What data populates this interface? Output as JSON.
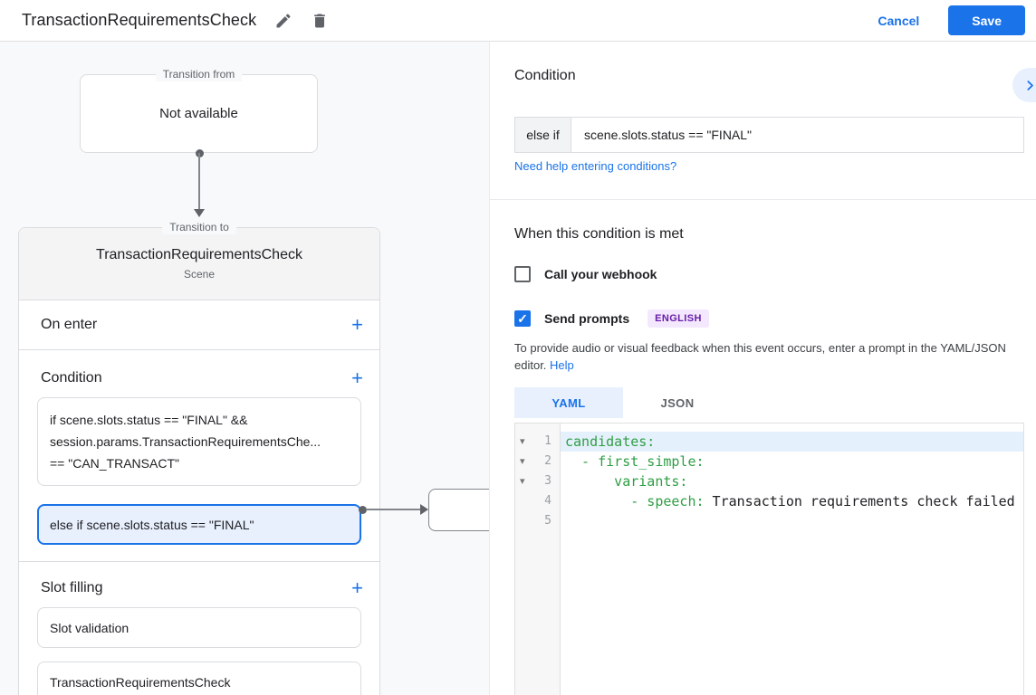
{
  "colors": {
    "accent_blue": "#1a73e8",
    "selected_condition_bg": "#e8f0fe",
    "code_key_green": "#2f9e44",
    "badge_bg": "#f3e8fd",
    "badge_text": "#681da8",
    "canvas_bg": "#f8f9fa"
  },
  "icons": {
    "plus": "+",
    "fold_arrow": "▾",
    "check": "✓",
    "edit": "pencil-icon",
    "delete": "trash-icon",
    "chevron": "chevron-right-icon"
  },
  "header": {
    "title": "TransactionRequirementsCheck",
    "cancel_label": "Cancel",
    "save_label": "Save"
  },
  "canvas": {
    "transition_from": {
      "legend": "Transition from",
      "content": "Not available"
    },
    "scene": {
      "legend": "Transition to",
      "title": "TransactionRequirementsCheck",
      "subtitle": "Scene",
      "on_enter_label": "On enter",
      "condition_label": "Condition",
      "condition_items": {
        "first": {
          "line1": "if scene.slots.status == \"FINAL\" &&",
          "line2": "session.params.TransactionRequirementsChe...",
          "line3": "== \"CAN_TRANSACT\""
        },
        "selected": {
          "text": "else if scene.slots.status == \"FINAL\"",
          "selected": true
        }
      },
      "slot_filling_label": "Slot filling",
      "slot_items": {
        "first": "Slot validation",
        "second": "TransactionRequirementsCheck"
      }
    }
  },
  "panel": {
    "title": "Condition",
    "condition_row": {
      "prefix": "else if",
      "value": "scene.slots.status == \"FINAL\""
    },
    "help_link": "Need help entering conditions?",
    "when_heading": "When this condition is met",
    "webhook": {
      "label": "Call your webhook",
      "checked": false
    },
    "prompts": {
      "label": "Send prompts",
      "checked": true,
      "badge": "ENGLISH"
    },
    "description": "To provide audio or visual feedback when this event occurs, enter a prompt in the YAML/JSON editor.",
    "description_help": "Help",
    "tabs": {
      "yaml": "YAML",
      "json": "JSON",
      "active": "YAML"
    },
    "editor": {
      "lines": [
        {
          "num": "1",
          "key": "candidates:",
          "value": "",
          "fold": true,
          "highlighted": true
        },
        {
          "num": "2",
          "key": "  - first_simple:",
          "value": "",
          "fold": true,
          "highlighted": false
        },
        {
          "num": "3",
          "key": "      variants:",
          "value": "",
          "fold": true,
          "highlighted": false
        },
        {
          "num": "4",
          "key": "        - speech:",
          "value": " Transaction requirements check failed",
          "fold": false,
          "highlighted": false
        },
        {
          "num": "5",
          "key": "",
          "value": "",
          "fold": false,
          "highlighted": false
        }
      ]
    }
  }
}
